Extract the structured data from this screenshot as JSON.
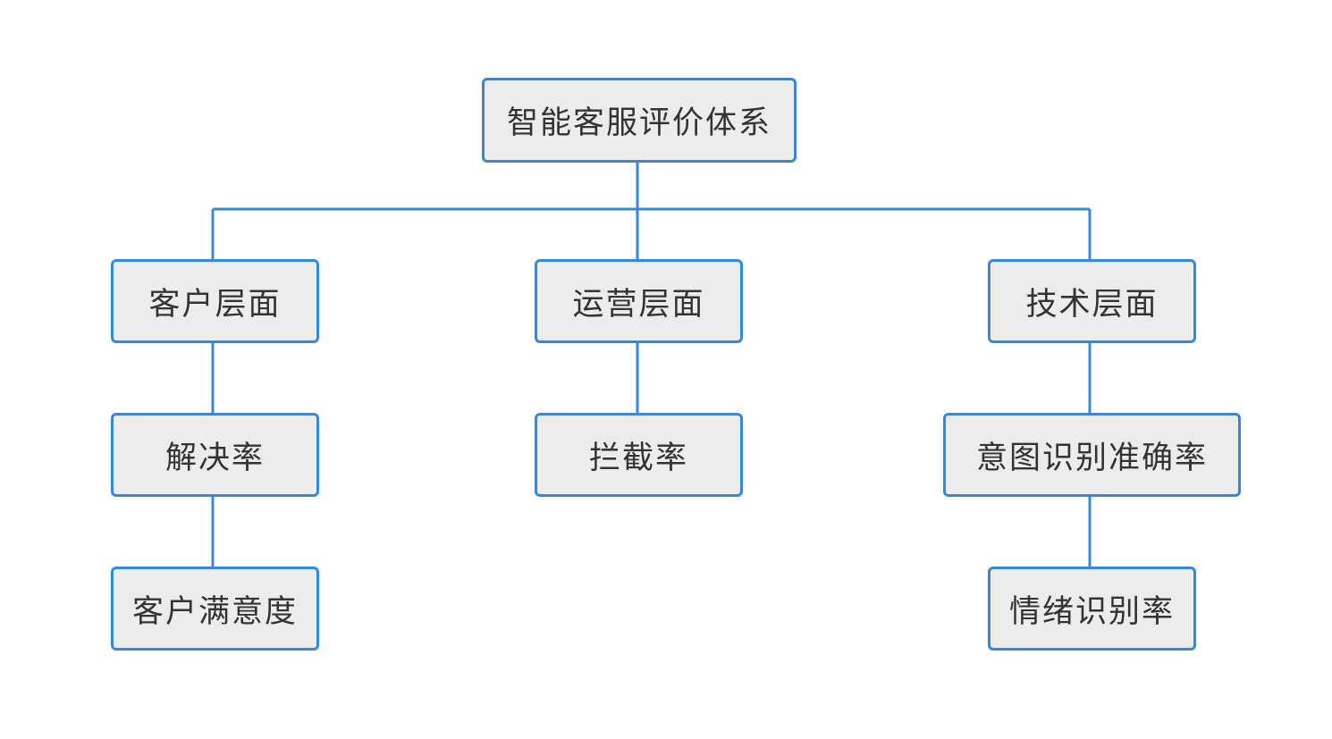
{
  "diagram": {
    "root": "智能客服评价体系",
    "customer": "客户层面",
    "operation": "运营层面",
    "technology": "技术层面",
    "resolution_rate": "解决率",
    "interception_rate": "拦截率",
    "intent_accuracy": "意图识别准确率",
    "satisfaction": "客户满意度",
    "emotion_rate": "情绪识别率"
  },
  "colors": {
    "border": "#3a87d6",
    "fill": "#ececec",
    "text": "#333333"
  }
}
